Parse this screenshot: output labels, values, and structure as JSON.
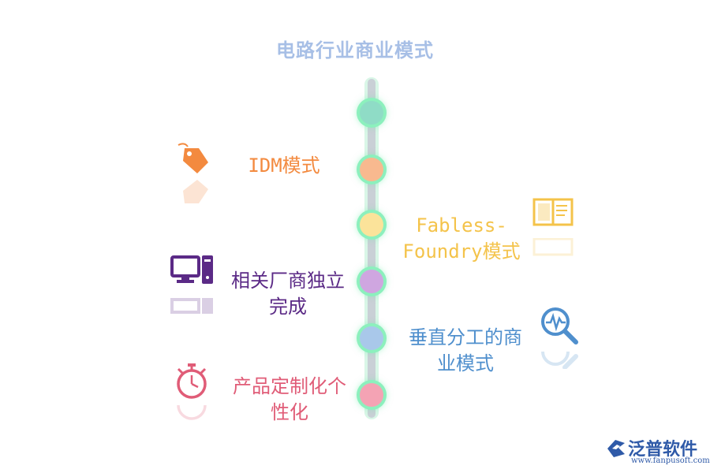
{
  "title": "电路行业商业模式",
  "items": [
    {
      "text": "IDM模式",
      "side": "left",
      "color": "#f38a3f",
      "icon": "price-tag-icon",
      "node_color": "#f8b98f"
    },
    {
      "text": "Fabless-Foundry模式",
      "side": "right",
      "color": "#f4c34a",
      "icon": "open-book-icon",
      "node_color": "#fbe39a"
    },
    {
      "text": "相关厂商独立完成",
      "side": "left",
      "color": "#5b2a86",
      "icon": "computer-icon",
      "node_color": "#cfa6e0"
    },
    {
      "text": "垂直分工的商业模式",
      "side": "right",
      "color": "#4f8fcd",
      "icon": "magnifier-pulse-icon",
      "node_color": "#a9c8ea"
    },
    {
      "text": "产品定制化个性化",
      "side": "left",
      "color": "#e05c77",
      "icon": "stopwatch-icon",
      "node_color": "#f4a3b4"
    }
  ],
  "top_node_color": "#8fdcc6",
  "label_lines": {
    "idm": [
      "IDM模式"
    ],
    "fabless": [
      "Fabless-",
      "Foundry模式"
    ],
    "independent": [
      "相关厂商独立",
      "完成"
    ],
    "vertical": [
      "垂直分工的商",
      "业模式"
    ],
    "custom": [
      "产品定制化个",
      "性化"
    ]
  },
  "brand": {
    "name": "泛普软件",
    "url": "www.fanpusoft.com",
    "icon": "fanpu-logo-icon"
  }
}
